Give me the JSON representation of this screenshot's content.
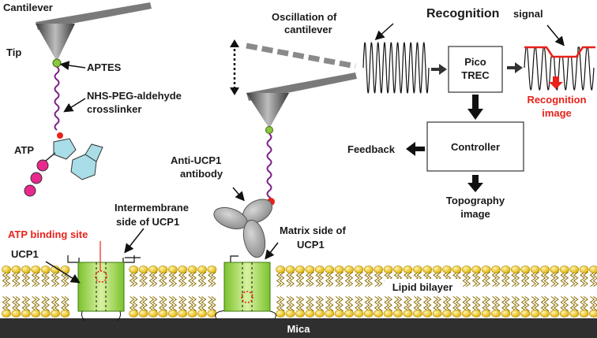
{
  "labels": {
    "cantilever": "Cantilever",
    "tip": "Tip",
    "aptes": "APTES",
    "crosslinker_line1": "NHS-PEG-aldehyde",
    "crosslinker_line2": "crosslinker",
    "atp": "ATP",
    "oscillation_line1": "Oscillation of",
    "oscillation_line2": "cantilever",
    "recognition_word": "Recognition",
    "signal_word": "signal",
    "pico_line1": "Pico",
    "pico_line2": "TREC",
    "recognition_image_line1": "Recognition",
    "recognition_image_line2": "image",
    "controller": "Controller",
    "feedback": "Feedback",
    "topography_line1": "Topography",
    "topography_line2": "image",
    "anti_ucp1_line1": "Anti-UCP1",
    "anti_ucp1_line2": "antibody",
    "intermembrane_line1": "Intermembrane",
    "intermembrane_line2": "side of UCP1",
    "atp_binding_site": "ATP binding site",
    "ucp1": "UCP1",
    "matrix_line1": "Matrix side of",
    "matrix_line2": "UCP1",
    "lipid_bilayer": "Lipid bilayer",
    "mica": "Mica"
  },
  "colors": {
    "lipid_head": "#f2c400",
    "lipid_tail": "#8a6d00",
    "protein_fill": "#8fd03a",
    "protein_light": "#d8f2a0",
    "linker": "#7a1f86",
    "atp_ring": "#a9dde8",
    "phosphate": "#e8288c",
    "antibody": "#a8a8a8",
    "mica": "#2f2f2f",
    "red_accent": "#e8221b",
    "aptes_green": "#8bc63f"
  }
}
